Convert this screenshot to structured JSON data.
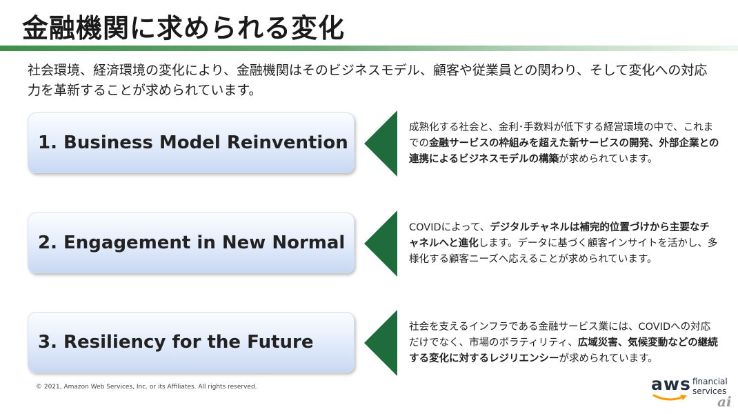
{
  "title": "金融機関に求められる変化",
  "intro": "社会環境、経済環境の変化により、金融機関はそのビジネスモデル、顧客や従業員との関わり、そして変化への対応力を革新することが求められています。",
  "cards": [
    {
      "label": "1. Business Model Reinvention",
      "desc": [
        {
          "t": "成熟化する社会と、金利･手数料が低下する経営環境の中で、これまでの",
          "b": false
        },
        {
          "t": "金融サービスの枠組みを超えた新サービスの開発、外部企業との連携によるビジネスモデルの構築",
          "b": true
        },
        {
          "t": "が求められています。",
          "b": false
        }
      ]
    },
    {
      "label": "2. Engagement in New Normal",
      "desc": [
        {
          "t": "COVIDによって、",
          "b": false
        },
        {
          "t": "デジタルチャネルは補完的位置づけから主要なチャネルへと進化",
          "b": true
        },
        {
          "t": "します。データに基づく顧客インサイトを活かし、多様化する顧客ニーズへ応えることが求められています。",
          "b": false
        }
      ]
    },
    {
      "label": "3. Resiliency for the Future",
      "desc": [
        {
          "t": "社会を支えるインフラである金融サービス業には、COVIDへの対応だけでなく、市場のボラティリティ、",
          "b": false
        },
        {
          "t": "広域災害、気候変動などの継続する変化に対するレジリエンシー",
          "b": true
        },
        {
          "t": "が求められています。",
          "b": false
        }
      ]
    }
  ],
  "footer": {
    "copyright": "© 2021, Amazon Web Services, Inc. or its Affiliates. All rights reserved."
  },
  "logo": {
    "aws": "aws",
    "line1": "financial",
    "line2": "services",
    "watermark": "ai"
  },
  "colors": {
    "accent_green": "#1e6b3c",
    "title_bar": "#3f8f49",
    "card_blue": "#c8d8f2"
  }
}
